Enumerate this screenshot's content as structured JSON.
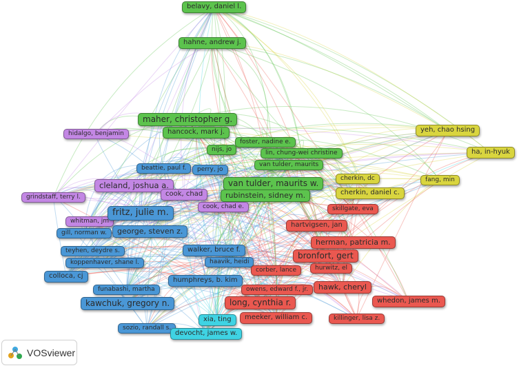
{
  "logo": {
    "text": "VOSviewer"
  },
  "colors": {
    "green": "#5cc34d",
    "red": "#ea5850",
    "blue": "#4a97d6",
    "purple": "#c387e4",
    "yellow": "#d9d53f",
    "cyan": "#3fd3e3"
  },
  "nodes": [
    {
      "label": "belavy, daniel l.",
      "cluster": "green"
    },
    {
      "label": "hahne, andrew j.",
      "cluster": "green"
    },
    {
      "label": "maher, christopher g.",
      "cluster": "green"
    },
    {
      "label": "hancock, mark j.",
      "cluster": "green"
    },
    {
      "label": "foster, nadine e.",
      "cluster": "green"
    },
    {
      "label": "nijs, jo",
      "cluster": "green"
    },
    {
      "label": "lin, chung-wei christine",
      "cluster": "green"
    },
    {
      "label": "van tulder, maurits",
      "cluster": "green"
    },
    {
      "label": "van tulder, maurits w.",
      "cluster": "green"
    },
    {
      "label": "rubinstein, sidney m.",
      "cluster": "green"
    },
    {
      "label": "hidalgo, benjamin",
      "cluster": "purple"
    },
    {
      "label": "cleland, joshua a.",
      "cluster": "purple"
    },
    {
      "label": "grindstaff, terry l.",
      "cluster": "purple"
    },
    {
      "label": "cook, chad",
      "cluster": "purple"
    },
    {
      "label": "cook, chad e.",
      "cluster": "purple"
    },
    {
      "label": "whitman, jm",
      "cluster": "purple"
    },
    {
      "label": "yeh, chao hsing",
      "cluster": "yellow"
    },
    {
      "label": "ha, in-hyuk",
      "cluster": "yellow"
    },
    {
      "label": "cherkin, dc",
      "cluster": "yellow"
    },
    {
      "label": "fang, min",
      "cluster": "yellow"
    },
    {
      "label": "cherkin, daniel c.",
      "cluster": "yellow"
    },
    {
      "label": "beattie, paul f.",
      "cluster": "blue"
    },
    {
      "label": "perry, jo",
      "cluster": "blue"
    },
    {
      "label": "fritz, julie m.",
      "cluster": "blue"
    },
    {
      "label": "gill, norman w.",
      "cluster": "blue"
    },
    {
      "label": "george, steven z.",
      "cluster": "blue"
    },
    {
      "label": "teyhen, deydre s.",
      "cluster": "blue"
    },
    {
      "label": "koppenhaver, shane l.",
      "cluster": "blue"
    },
    {
      "label": "walker, bruce f.",
      "cluster": "blue"
    },
    {
      "label": "haavik, heidi",
      "cluster": "blue"
    },
    {
      "label": "colloca, cj",
      "cluster": "blue"
    },
    {
      "label": "humphreys, b. kim",
      "cluster": "blue"
    },
    {
      "label": "funabashi, martha",
      "cluster": "blue"
    },
    {
      "label": "kawchuk, gregory n.",
      "cluster": "blue"
    },
    {
      "label": "sozio, randall s.",
      "cluster": "blue"
    },
    {
      "label": "skillgate, eva",
      "cluster": "red"
    },
    {
      "label": "hartvigsen, jan",
      "cluster": "red"
    },
    {
      "label": "herman, patricia m.",
      "cluster": "red"
    },
    {
      "label": "bronfort, gert",
      "cluster": "red"
    },
    {
      "label": "hurwitz, el",
      "cluster": "red"
    },
    {
      "label": "corber, lance",
      "cluster": "red"
    },
    {
      "label": "owens, edward f., jr.",
      "cluster": "red"
    },
    {
      "label": "hawk, cheryl",
      "cluster": "red"
    },
    {
      "label": "long, cynthia r.",
      "cluster": "red"
    },
    {
      "label": "whedon, james m.",
      "cluster": "red"
    },
    {
      "label": "meeker, william c.",
      "cluster": "red"
    },
    {
      "label": "killinger, lisa z.",
      "cluster": "red"
    },
    {
      "label": "xia, ting",
      "cluster": "cyan"
    },
    {
      "label": "devocht, james w.",
      "cluster": "cyan"
    }
  ]
}
